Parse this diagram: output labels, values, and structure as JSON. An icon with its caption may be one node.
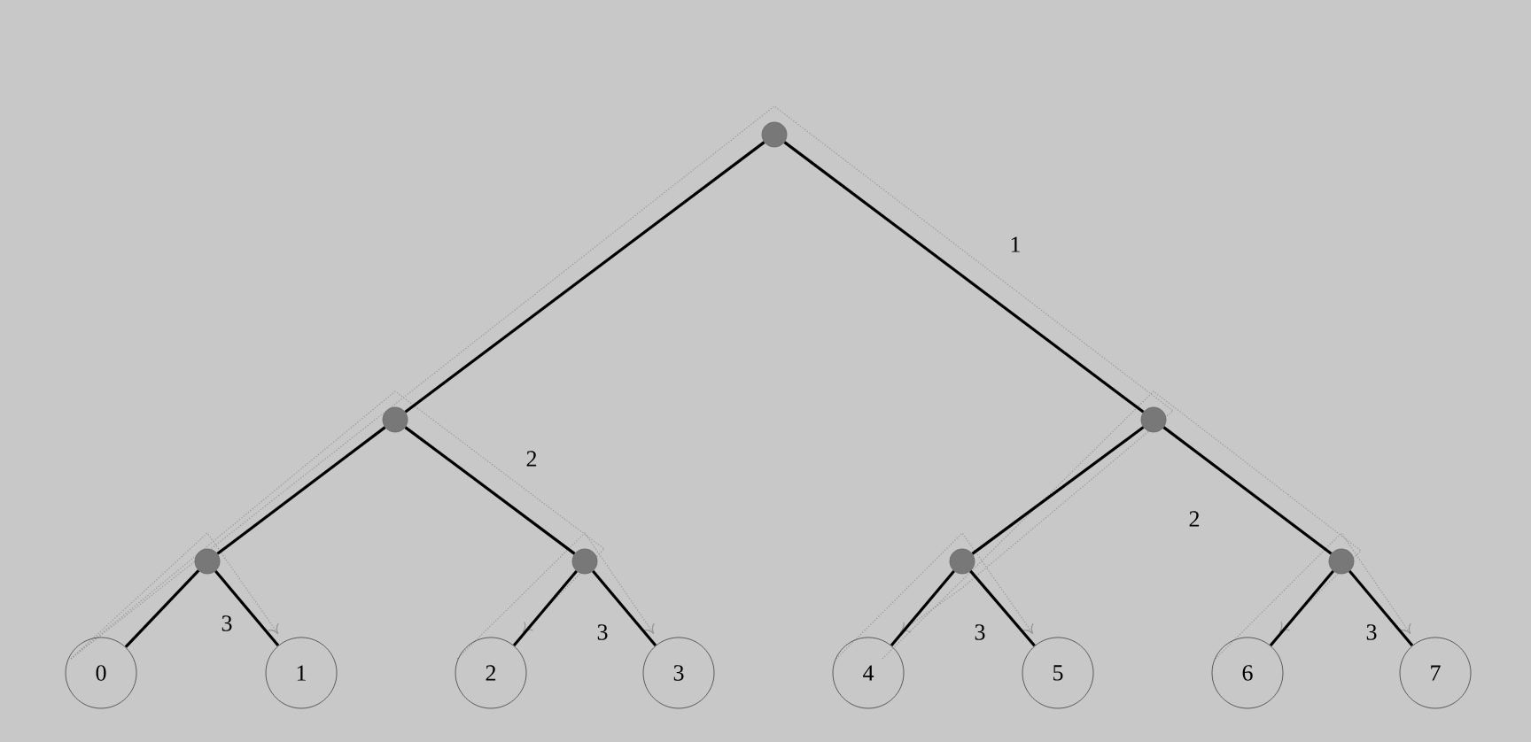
{
  "diagram": {
    "nodes": [
      {
        "text": [],
        "shape": "circle"
      },
      {
        "text": [],
        "shape": "circle"
      },
      {
        "text": [],
        "shape": "circle"
      },
      {
        "text": [],
        "shape": "circle"
      },
      {
        "text": [],
        "shape": "circle"
      },
      {
        "text": [],
        "shape": "circle"
      },
      {
        "text": [],
        "shape": "circle"
      },
      {
        "text": [
          "0"
        ]
      },
      {
        "text": [
          "1"
        ]
      },
      {
        "text": [
          "2"
        ]
      },
      {
        "text": [
          "3"
        ]
      },
      {
        "text": [
          "4"
        ]
      },
      {
        "text": [
          "5"
        ]
      },
      {
        "text": [
          "6"
        ]
      },
      {
        "text": [
          "7"
        ]
      }
    ],
    "edges": [
      {
        "from": 0,
        "to": 1,
        "arrow": "none"
      },
      {
        "from": 0,
        "to": 2,
        "arrow": "none"
      },
      {
        "from": 1,
        "to": 3,
        "arrow": "none"
      },
      {
        "from": 1,
        "to": 4,
        "arrow": "none"
      },
      {
        "from": 2,
        "to": 5,
        "arrow": "none"
      },
      {
        "from": 2,
        "to": 6,
        "arrow": "none"
      },
      {
        "from": 3,
        "to": 7,
        "arrow": "none"
      },
      {
        "from": 3,
        "to": 8,
        "arrow": "none"
      },
      {
        "from": 4,
        "to": 9,
        "arrow": "none"
      },
      {
        "from": 4,
        "to": 10,
        "arrow": "none"
      },
      {
        "from": 5,
        "to": 11,
        "arrow": "none"
      },
      {
        "from": 5,
        "to": 12,
        "arrow": "none"
      },
      {
        "from": 6,
        "to": 13,
        "arrow": "none"
      },
      {
        "from": 6,
        "to": 14,
        "arrow": "none"
      }
    ],
    "labels": [
      "1",
      "2",
      "2",
      "3",
      "3",
      "3",
      "3"
    ]
  }
}
